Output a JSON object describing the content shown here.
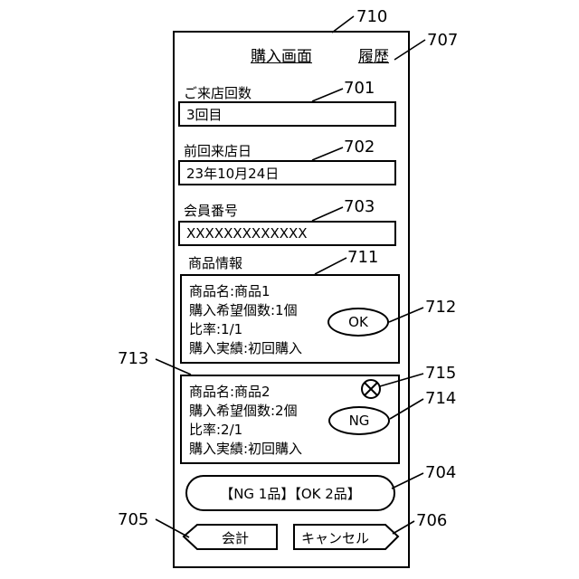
{
  "screen": {
    "title": "購入画面",
    "history_link": "履歴",
    "visit_count": {
      "label": "ご来店回数",
      "value": "3回目"
    },
    "last_visit": {
      "label": "前回来店日",
      "value": "23年10月24日"
    },
    "member_number": {
      "label": "会員番号",
      "value": "XXXXXXXXXXXXX"
    },
    "product_section_label": "商品情報",
    "products": [
      {
        "lines": [
          "商品名:商品1",
          "購入希望個数:1個",
          "比率:1/1",
          "購入実績:初回購入"
        ],
        "status": "OK"
      },
      {
        "lines": [
          "商品名:商品2",
          "購入希望個数:2個",
          "比率:2/1",
          "購入実績:初回購入"
        ],
        "status": "NG"
      }
    ],
    "summary": "【NG 1品】【OK 2品】",
    "checkout_button": "会計",
    "cancel_button": "キャンセル"
  },
  "reference_numerals": {
    "screen": "710",
    "history": "707",
    "visit_count": "701",
    "last_visit": "702",
    "member_number": "703",
    "product_info": "711",
    "ok_oval": "712",
    "product2_card": "713",
    "close_mark": "715",
    "ng_oval": "714",
    "summary": "704",
    "checkout": "705",
    "cancel": "706"
  }
}
